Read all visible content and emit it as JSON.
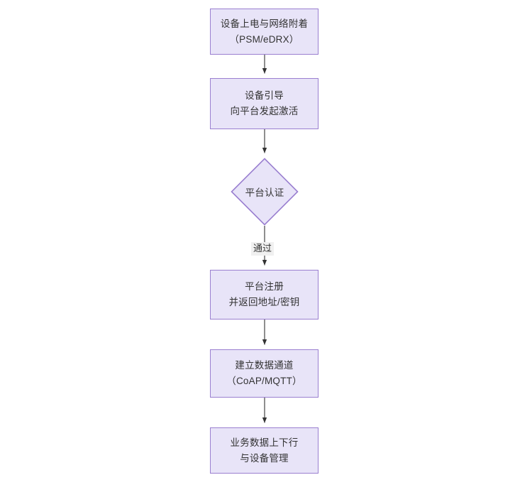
{
  "diagram": {
    "type": "flowchart",
    "orientation": "top-to-bottom",
    "background_color": "#ffffff",
    "node_fill_color": "#e8e4f8",
    "node_border_color": "#9a7fd0",
    "edge_color": "#333333",
    "text_color": "#333333",
    "edge_label_background": "#f0f0f0",
    "nodes": [
      {
        "id": "n1",
        "shape": "rectangle",
        "line1": "设备上电与网络附着",
        "line2": "（PSM/eDRX）"
      },
      {
        "id": "n2",
        "shape": "rectangle",
        "line1": "设备引导",
        "line2": "向平台发起激活"
      },
      {
        "id": "n3",
        "shape": "diamond",
        "line1": "平台认证",
        "line2": ""
      },
      {
        "id": "n4",
        "shape": "rectangle",
        "line1": "平台注册",
        "line2": "并返回地址/密钥"
      },
      {
        "id": "n5",
        "shape": "rectangle",
        "line1": "建立数据通道",
        "line2": "（CoAP/MQTT）"
      },
      {
        "id": "n6",
        "shape": "rectangle",
        "line1": "业务数据上下行",
        "line2": "与设备管理"
      }
    ],
    "edges": [
      {
        "from": "n1",
        "to": "n2",
        "label": ""
      },
      {
        "from": "n2",
        "to": "n3",
        "label": ""
      },
      {
        "from": "n3",
        "to": "n4",
        "label": "通过"
      },
      {
        "from": "n4",
        "to": "n5",
        "label": ""
      },
      {
        "from": "n5",
        "to": "n6",
        "label": ""
      }
    ]
  }
}
